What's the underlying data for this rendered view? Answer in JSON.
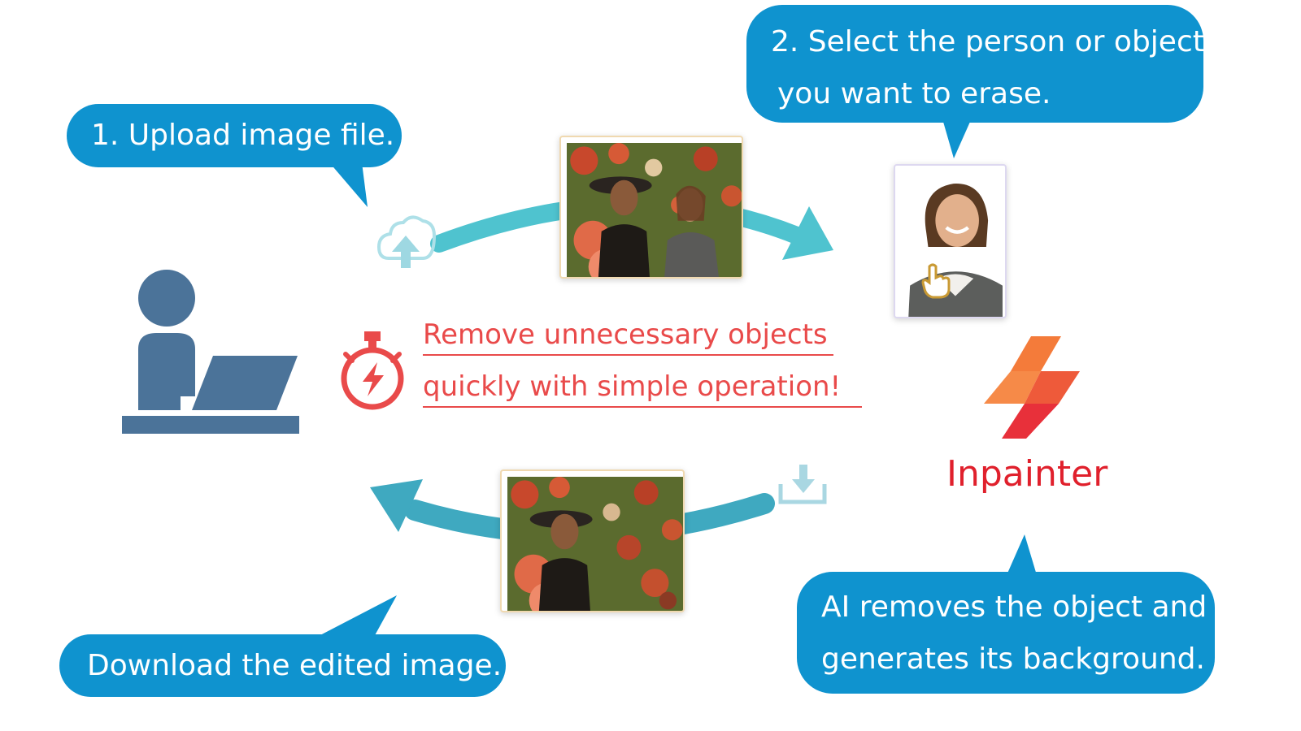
{
  "bubbles": {
    "upload": {
      "lines": [
        "1. Upload image file."
      ]
    },
    "select": {
      "lines": [
        "2. Select the person or object",
        "you want to erase."
      ]
    },
    "ai": {
      "lines": [
        "AI removes the object and",
        "generates its background."
      ]
    },
    "download": {
      "lines": [
        "Download the edited image."
      ]
    }
  },
  "tagline": {
    "line1": "Remove unnecessary objects",
    "line2": "quickly with simple operation!"
  },
  "brand": {
    "name": "Inpainter"
  },
  "icons": {
    "upload": "cloud-upload-icon",
    "download": "download-icon",
    "timer": "stopwatch-lightning-icon",
    "user": "person-at-laptop-icon",
    "pointer": "hand-pointer-icon",
    "logo": "inpainter-logo-icon"
  },
  "colors": {
    "bubble": "#0f93cf",
    "arrow_top": "#4fc3cf",
    "arrow_bottom": "#3fa9c0",
    "accent_red": "#e94a4a",
    "brand_red": "#e0202c",
    "user_figure": "#4b7399",
    "logo_orange": "#f47b3a",
    "logo_red": "#e8303a"
  }
}
